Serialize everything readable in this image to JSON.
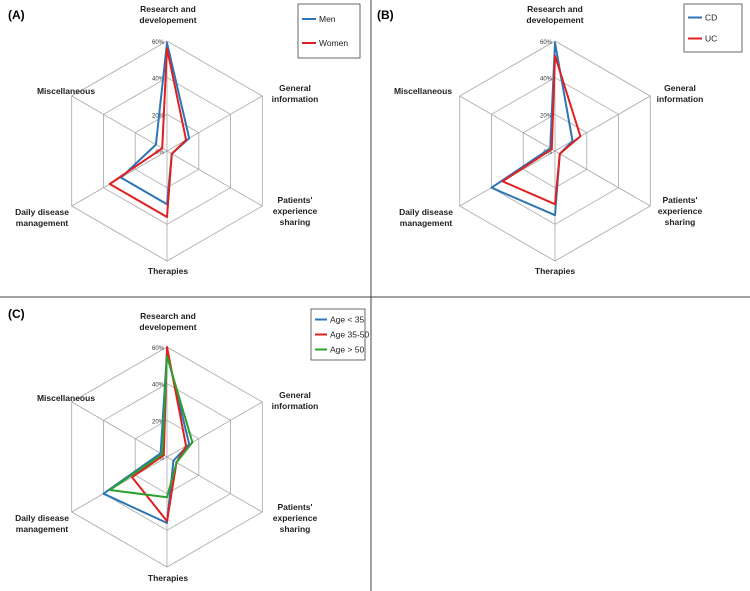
{
  "chart_data": [
    {
      "panel_label": "(A)",
      "type": "radar",
      "categories": [
        "Research and developement",
        "General information",
        "Patients' experience sharing",
        "Therapies",
        "Daily disease management",
        "Miscellaneous"
      ],
      "radial_ticks": [
        "0%",
        "20%",
        "40%",
        "60%"
      ],
      "rmax": 60,
      "series": [
        {
          "name": "Men",
          "color": "#2e75b6",
          "values": [
            59,
            14,
            3,
            29,
            29,
            7
          ]
        },
        {
          "name": "Women",
          "color": "#e02020",
          "values": [
            56,
            12,
            3,
            36,
            36,
            3
          ]
        }
      ]
    },
    {
      "panel_label": "(B)",
      "type": "radar",
      "categories": [
        "Research and developement",
        "General information",
        "Patients' experience sharing",
        "Therapies",
        "Daily disease management",
        "Miscellaneous"
      ],
      "radial_ticks": [
        "0%",
        "20%",
        "40%",
        "60%"
      ],
      "rmax": 60,
      "series": [
        {
          "name": "CD",
          "color": "#2e75b6",
          "values": [
            59,
            11,
            3,
            35,
            40,
            3
          ]
        },
        {
          "name": "UC",
          "color": "#e02020",
          "values": [
            52,
            16,
            3,
            29,
            33,
            2
          ]
        }
      ]
    },
    {
      "panel_label": "(C)",
      "type": "radar",
      "categories": [
        "Research and developement",
        "General information",
        "Patients' experience sharing",
        "Therapies",
        "Daily disease management",
        "Miscellaneous"
      ],
      "radial_ticks": [
        "0%",
        "20%",
        "40%",
        "60%"
      ],
      "rmax": 60,
      "series": [
        {
          "name": "Age < 35",
          "color": "#2e75b6",
          "values": [
            57,
            14,
            4,
            36,
            40,
            4
          ]
        },
        {
          "name": "Age 35-50",
          "color": "#e02020",
          "values": [
            60,
            12,
            6,
            35,
            22,
            2
          ]
        },
        {
          "name": "Age > 50",
          "color": "#2ca02c",
          "values": [
            55,
            16,
            6,
            22,
            36,
            3
          ]
        }
      ]
    }
  ]
}
